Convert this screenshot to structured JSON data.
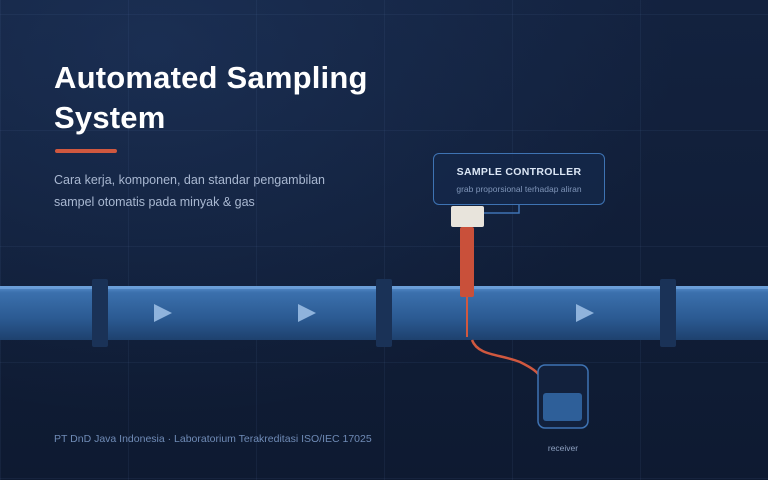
{
  "header": {
    "title": "Automated Sampling System",
    "subtitle": "Cara kerja, komponen, dan standar pengambilan sampel otomatis pada minyak & gas"
  },
  "controller": {
    "title": "SAMPLE CONTROLLER",
    "subtitle": "grab proporsional terhadap aliran"
  },
  "receiver": {
    "label": "receiver"
  },
  "footer": {
    "text": "PT DnD Java Indonesia · Laboratorium Terakreditasi ISO/IEC 17025"
  },
  "flow_direction": "left-to-right",
  "colors": {
    "background": "#0f1b33",
    "pipe": "#2e5f99",
    "pipe_highlight": "#5d93d0",
    "accent": "#d0583f",
    "flow_arrow": "#8fb3dc",
    "controller_border": "#3e73b3"
  }
}
